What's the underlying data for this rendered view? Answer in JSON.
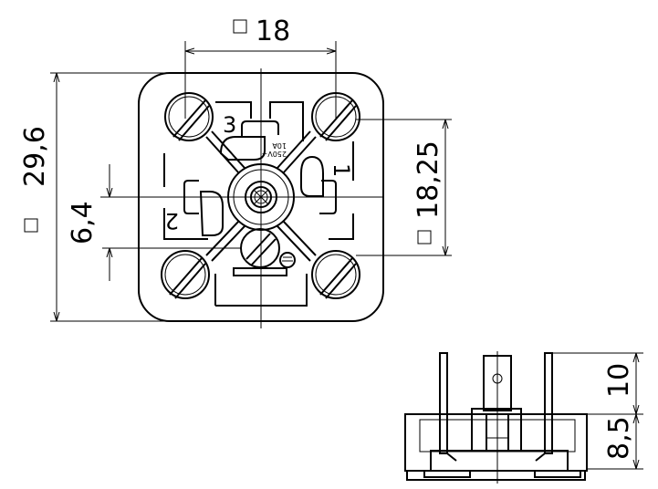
{
  "drawing": {
    "front_view": {
      "dimensions": {
        "width_between_screws": "18",
        "overall_size": "29,6",
        "pin_offset": "6,4",
        "vertical_screw_spacing": "18,25"
      },
      "square_symbol": "□",
      "terminal_labels": [
        "1",
        "2",
        "3"
      ],
      "rating": [
        "10A",
        "250V~"
      ]
    },
    "side_view": {
      "dimensions": {
        "pin_height": "10",
        "base_height": "8,5"
      }
    }
  }
}
